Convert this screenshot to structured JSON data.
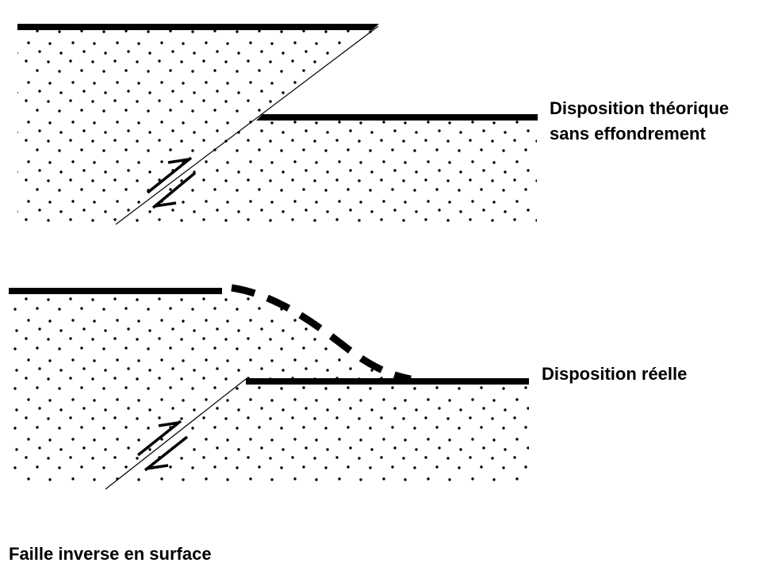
{
  "colors": {
    "ink": "#000000",
    "paper": "#ffffff"
  },
  "figure": {
    "caption": "Faille inverse en surface",
    "panels": [
      {
        "id": "theoretical",
        "label_line1": "Disposition théorique",
        "label_line2": "sans effondrement"
      },
      {
        "id": "actual",
        "label": "Disposition réelle"
      }
    ]
  }
}
